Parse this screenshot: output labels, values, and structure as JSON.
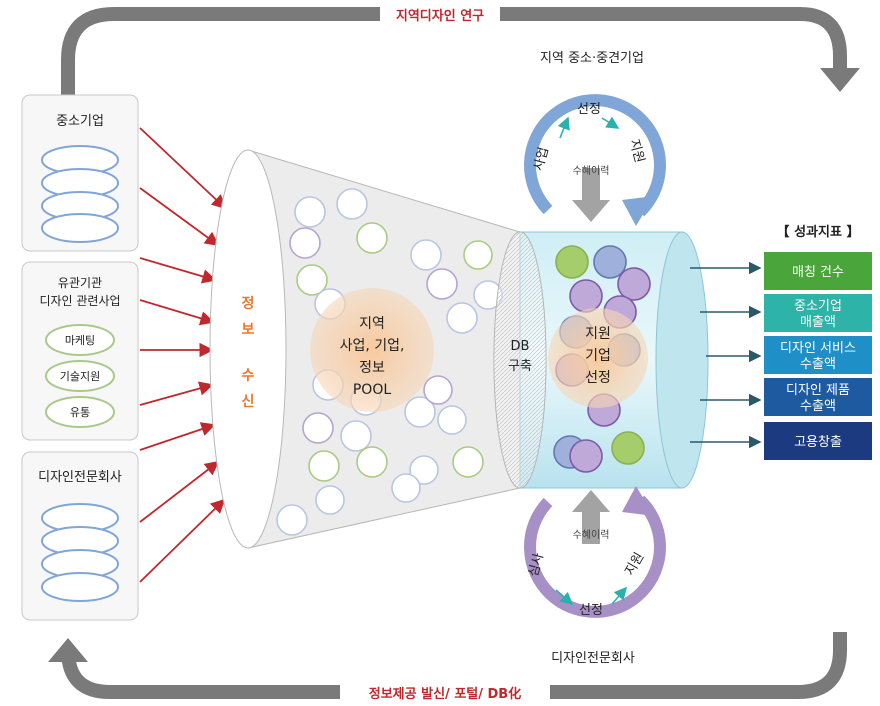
{
  "title_top": "지역디자인 연구",
  "title_bottom": "정보제공 발신/ 포털/ DB化",
  "left": {
    "group1": "중소기업",
    "group2_line1": "유관기관",
    "group2_line2": "디자인 관련사업",
    "group2_items": [
      "마케팅",
      "기술지원",
      "유통"
    ],
    "group3": "디자인전문회사"
  },
  "funnel": {
    "receive": [
      "정",
      "보",
      "수",
      "신"
    ],
    "pool": [
      "지역",
      "사업, 기업,",
      "정보",
      "POOL"
    ]
  },
  "db": [
    "DB",
    "구축"
  ],
  "cylinder_center": [
    "지원",
    "기업",
    "선정"
  ],
  "top_cycle": {
    "title": "지역 중소·중견기업",
    "steps": [
      "사업",
      "선정",
      "지원"
    ],
    "history": "수혜이력"
  },
  "bottom_cycle": {
    "title": "디자인전문회사",
    "steps": [
      "심사",
      "선정",
      "지원"
    ],
    "history": "수혜이력"
  },
  "indicators": {
    "title": "【 성과지표 】",
    "items": [
      {
        "lines": [
          "매칭 건수"
        ],
        "color": "#4aa63a"
      },
      {
        "lines": [
          "중소기업",
          "매출액"
        ],
        "color": "#2db3a8"
      },
      {
        "lines": [
          "디자인 서비스",
          "수출액"
        ],
        "color": "#1f8fc8"
      },
      {
        "lines": [
          "디자인 제품",
          "수출액"
        ],
        "color": "#1d5aa0"
      },
      {
        "lines": [
          "고용창출"
        ],
        "color": "#1b3a80"
      }
    ]
  },
  "colors": {
    "accent_red": "#c0282e",
    "accent_orange": "#e8782a",
    "loop_gray": "#7a7a7a",
    "cycle_blue": "#7fa6d6",
    "cycle_purple": "#a690c6"
  }
}
